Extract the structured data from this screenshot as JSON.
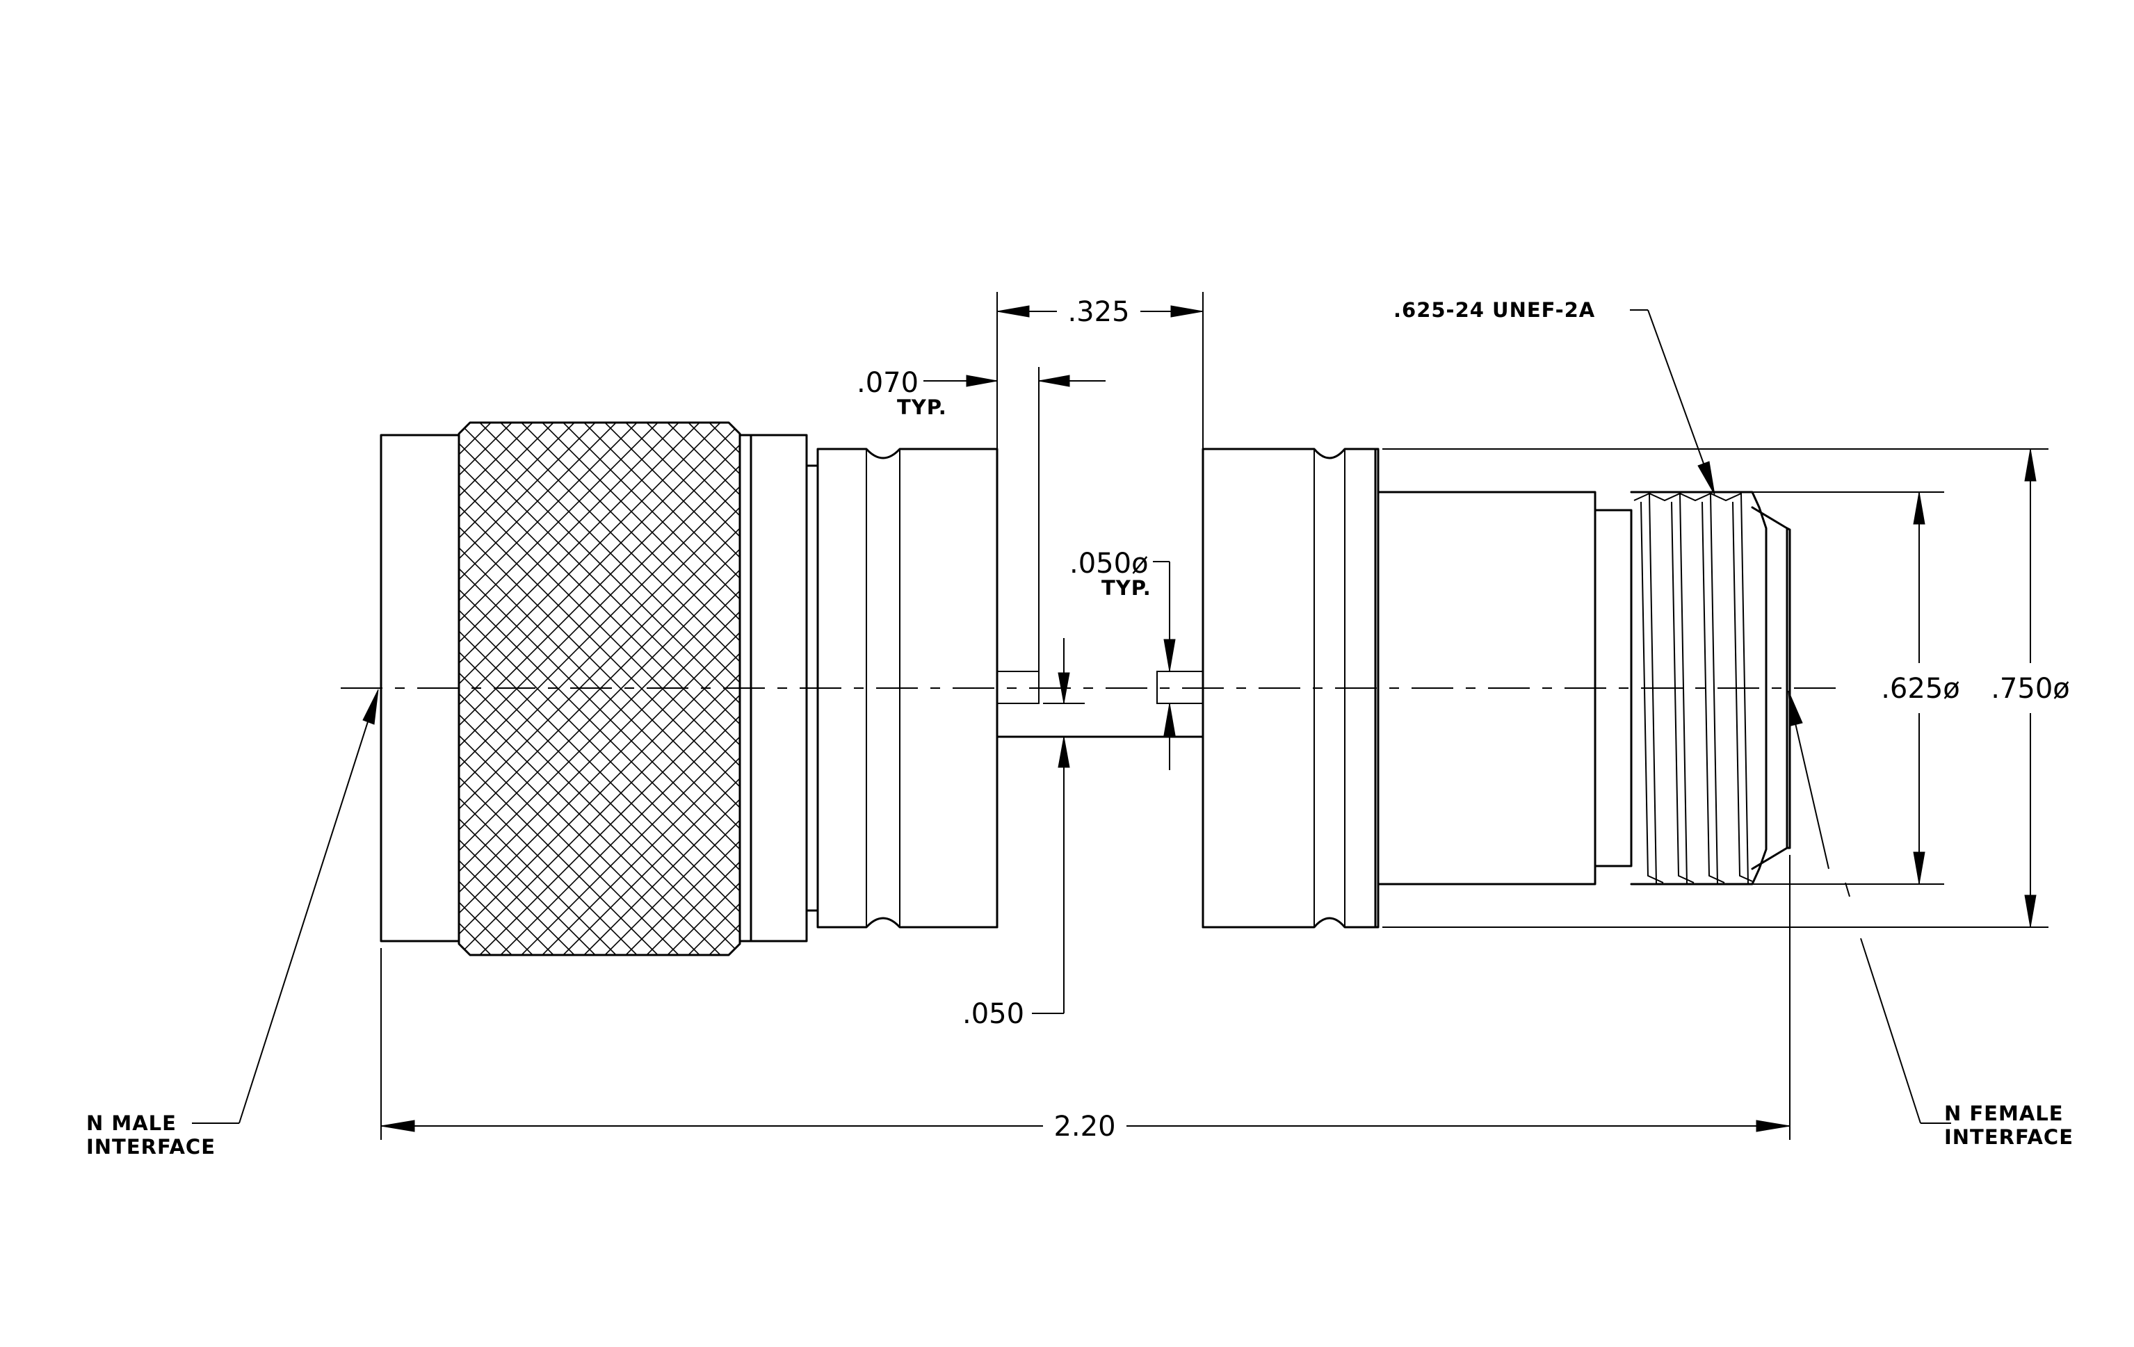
{
  "dimensions": {
    "slot_width": ".325",
    "wall_thickness": ".070",
    "wall_thickness_note": "TYP.",
    "hole_diameter": ".050ø",
    "hole_diameter_note": "TYP.",
    "hole_offset": ".050",
    "overall_length": "2.20",
    "thread_diameter": ".625ø",
    "body_diameter": ".750ø"
  },
  "callouts": {
    "thread_spec": ".625-24 UNEF-2A",
    "male_line1": "N MALE",
    "male_line2": "INTERFACE",
    "female_line1": "N FEMALE",
    "female_line2": "INTERFACE"
  }
}
